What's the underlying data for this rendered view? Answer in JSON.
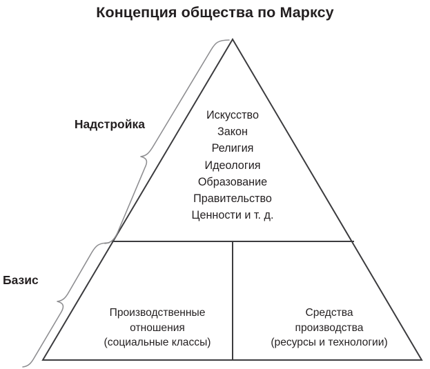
{
  "title": "Концепция общества по Марксу",
  "labels": {
    "superstructure": "Надстройка",
    "base": "Базис"
  },
  "superstructure": {
    "items": [
      "Искусство",
      "Закон",
      "Религия",
      "Идеология",
      "Образование",
      "Правительство",
      "Ценности и т. д."
    ]
  },
  "base": {
    "left_cell": {
      "lines": [
        "Производственные",
        "отношения",
        "(социальные классы)"
      ]
    },
    "right_cell": {
      "lines": [
        "Средства",
        "производства",
        "(ресурсы и технологии)"
      ]
    }
  },
  "colors": {
    "text": "#231f20",
    "outline": "#3b3b3e",
    "brace": "#8e8e91",
    "background": "#ffffff"
  }
}
